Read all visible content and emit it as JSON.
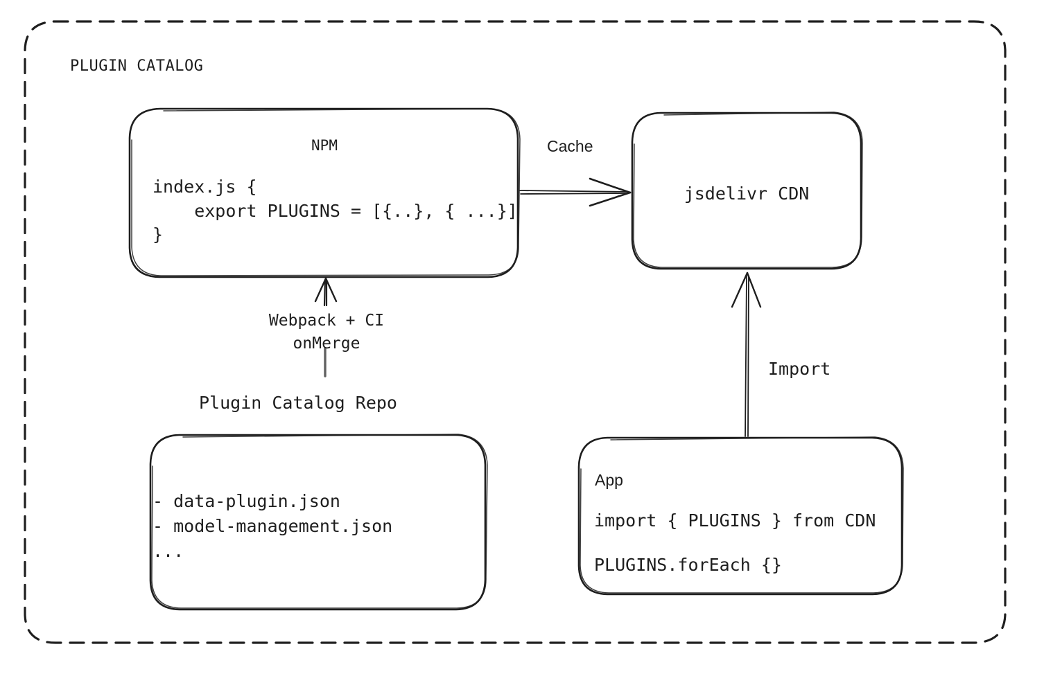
{
  "diagram": {
    "title": "PLUGIN CATALOG",
    "background": "#ffffff",
    "stroke_color": "#1e1e1e",
    "style": "hand-drawn dashed container with rounded rectangles"
  },
  "group": {
    "label": "PLUGIN CATALOG",
    "border": "dashed"
  },
  "nodes": {
    "npm": {
      "title": "NPM",
      "code": "index.js {\n    export PLUGINS = [{..}, { ...}]\n}"
    },
    "cdn": {
      "title": "jsdelivr CDN"
    },
    "repo": {
      "caption": "Plugin Catalog Repo",
      "items": "- data-plugin.json\n- model-management.json\n..."
    },
    "app": {
      "title": "App",
      "code_line_1": "import { PLUGINS } from CDN",
      "code_line_2": "PLUGINS.forEach {}"
    }
  },
  "edges": {
    "cache": {
      "label": "Cache",
      "from": "npm",
      "to": "cdn"
    },
    "build": {
      "label": "Webpack + CI\nonMerge",
      "from": "repo",
      "to": "npm"
    },
    "import": {
      "label": "Import",
      "from": "app",
      "to": "cdn"
    }
  }
}
